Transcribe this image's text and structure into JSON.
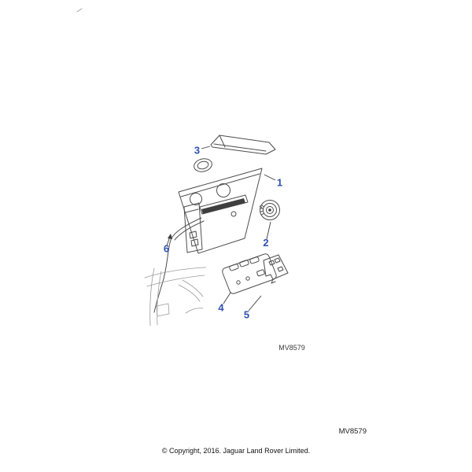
{
  "diagram": {
    "accent_color": "#2f4fae",
    "line_color": "#4d4d4d",
    "drawing_code": "MV8579",
    "callouts": [
      {
        "label": "1"
      },
      {
        "label": "2"
      },
      {
        "label": "3"
      },
      {
        "label": "4"
      },
      {
        "label": "5"
      },
      {
        "label": "6"
      }
    ]
  },
  "footer": {
    "code": "MV8579",
    "copyright": "© Copyright, 2016. Jaguar Land Rover Limited."
  }
}
